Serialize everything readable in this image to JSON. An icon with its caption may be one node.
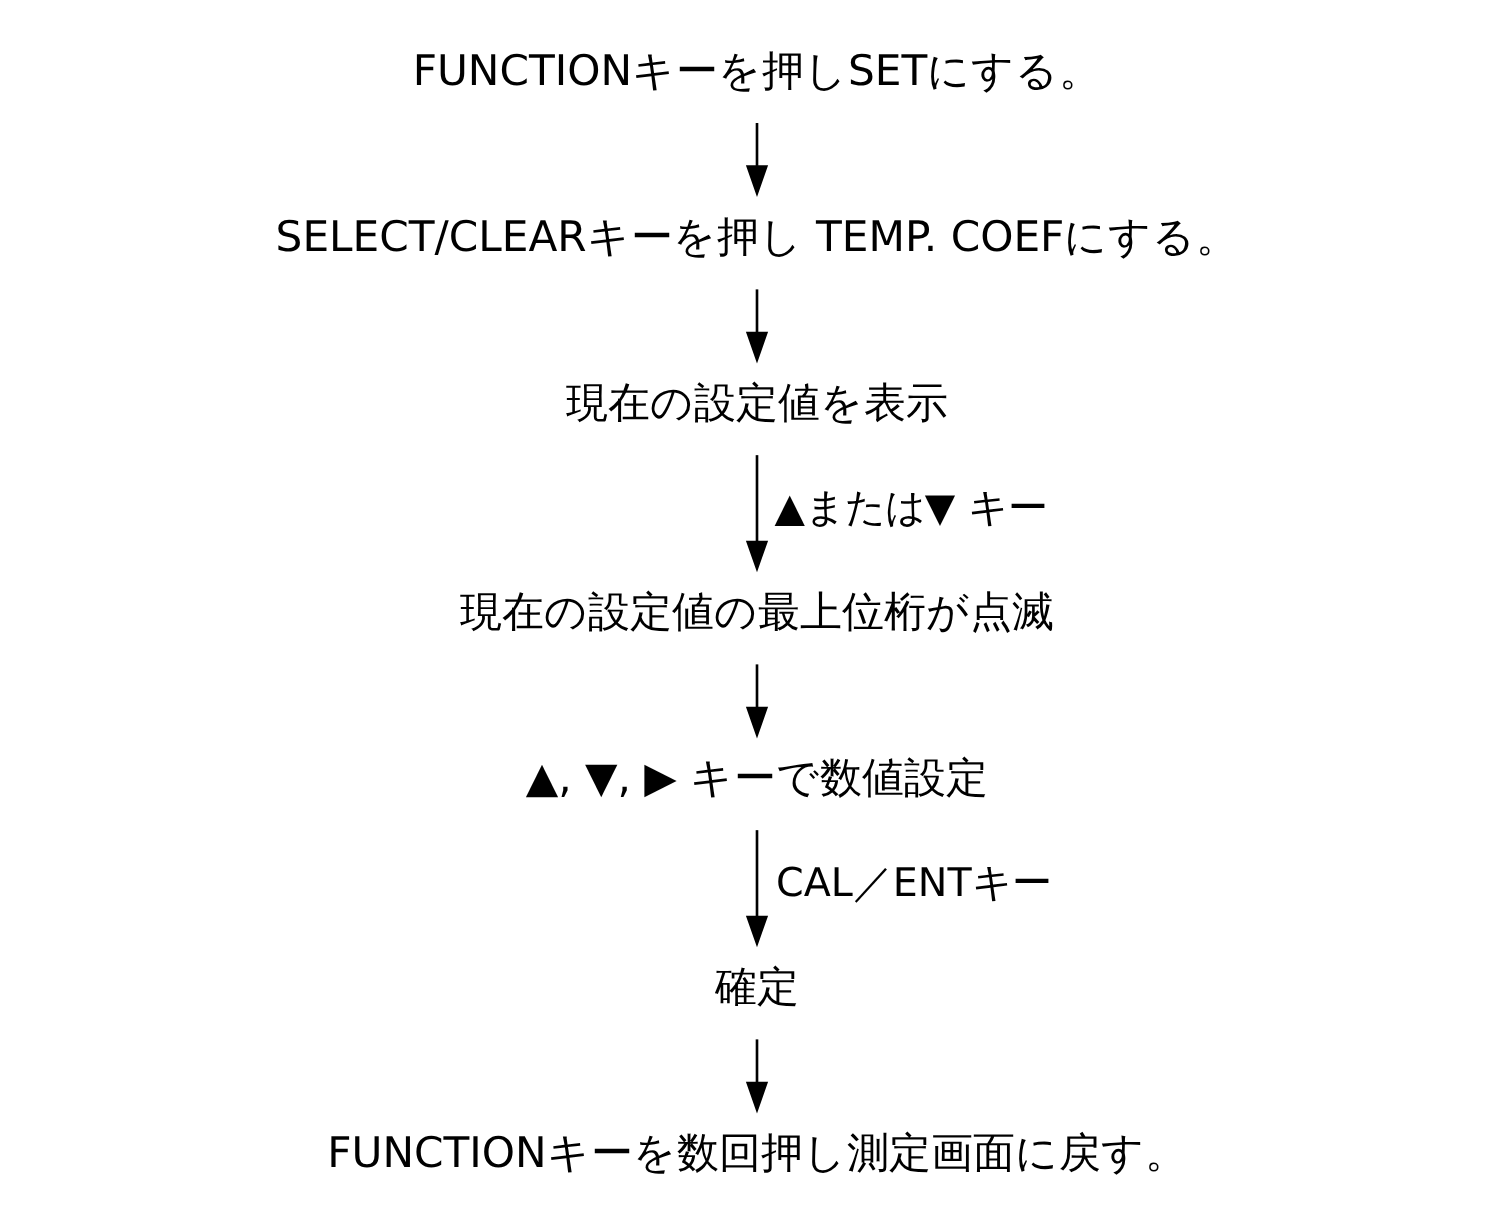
{
  "diagram": {
    "nodes": [
      {
        "text": [
          "FUNCTIONキーを押しSETにする。"
        ]
      },
      {
        "text": [
          "SELECT/CLEARキーを押し TEMP. COEFにする。"
        ]
      },
      {
        "text": [
          "現在の設定値を表示"
        ]
      },
      {
        "text": [
          "現在の設定値の最上位桁が点滅"
        ]
      },
      {
        "text": [
          "▲, ▼, ▶ キーで数値設定"
        ]
      },
      {
        "text": [
          "確定"
        ]
      },
      {
        "text": [
          "FUNCTIONキーを数回押し測定画面に戻す。"
        ]
      }
    ],
    "edges": [
      {
        "from": 0,
        "to": 1,
        "arrow": "to"
      },
      {
        "from": 1,
        "to": 2,
        "arrow": "to"
      },
      {
        "from": 2,
        "to": 3,
        "arrow": "to",
        "label": "▲または▼ キー"
      },
      {
        "from": 3,
        "to": 4,
        "arrow": "to"
      },
      {
        "from": 4,
        "to": 5,
        "arrow": "to",
        "label": "CAL／ENTキー"
      },
      {
        "from": 5,
        "to": 6,
        "arrow": "to"
      }
    ]
  }
}
